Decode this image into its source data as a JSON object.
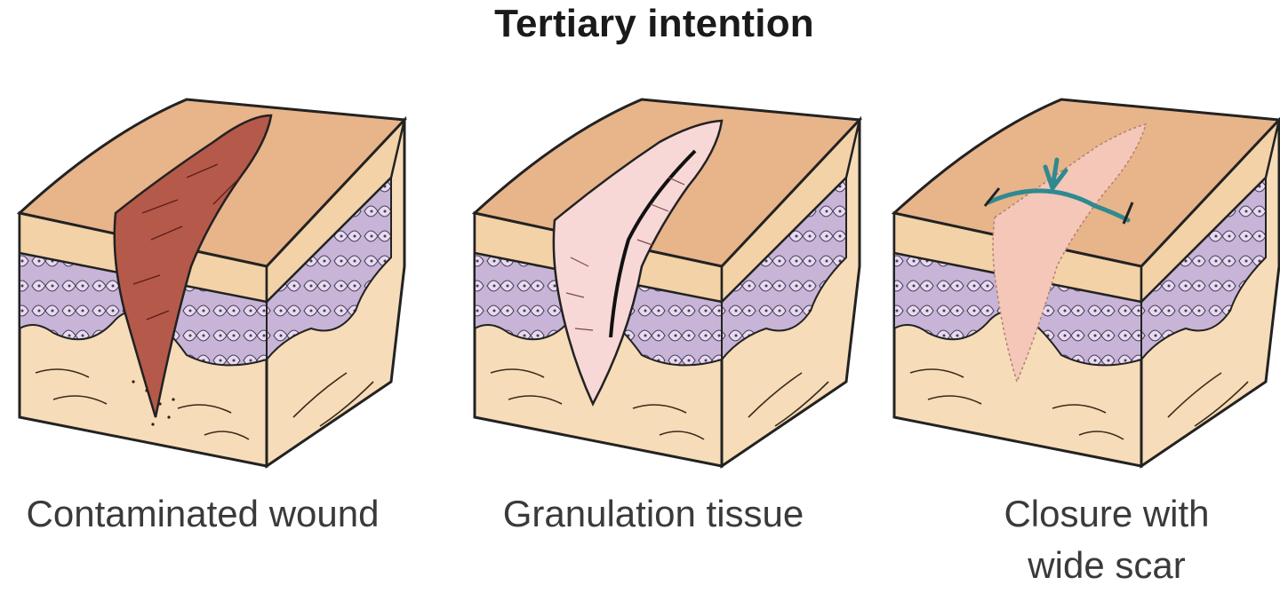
{
  "title": "Tertiary intention",
  "panels": [
    {
      "caption": "Contaminated wound",
      "stage": "contaminated-wound"
    },
    {
      "caption": "Granulation tissue",
      "stage": "granulation-tissue"
    },
    {
      "caption_lines": [
        "Closure with",
        "wide scar"
      ],
      "stage": "closure-with-wide-scar"
    }
  ],
  "colors": {
    "skin_top": "#e8b48a",
    "epidermis_band": "#f2d2a6",
    "cells": "#c7b4d6",
    "dermis": "#f6dcb8",
    "wound": "#b5594a",
    "granulation": "#f8d7d7",
    "scar": "#f4c7b8",
    "suture": "#2f8a8f",
    "outline": "#222222"
  }
}
